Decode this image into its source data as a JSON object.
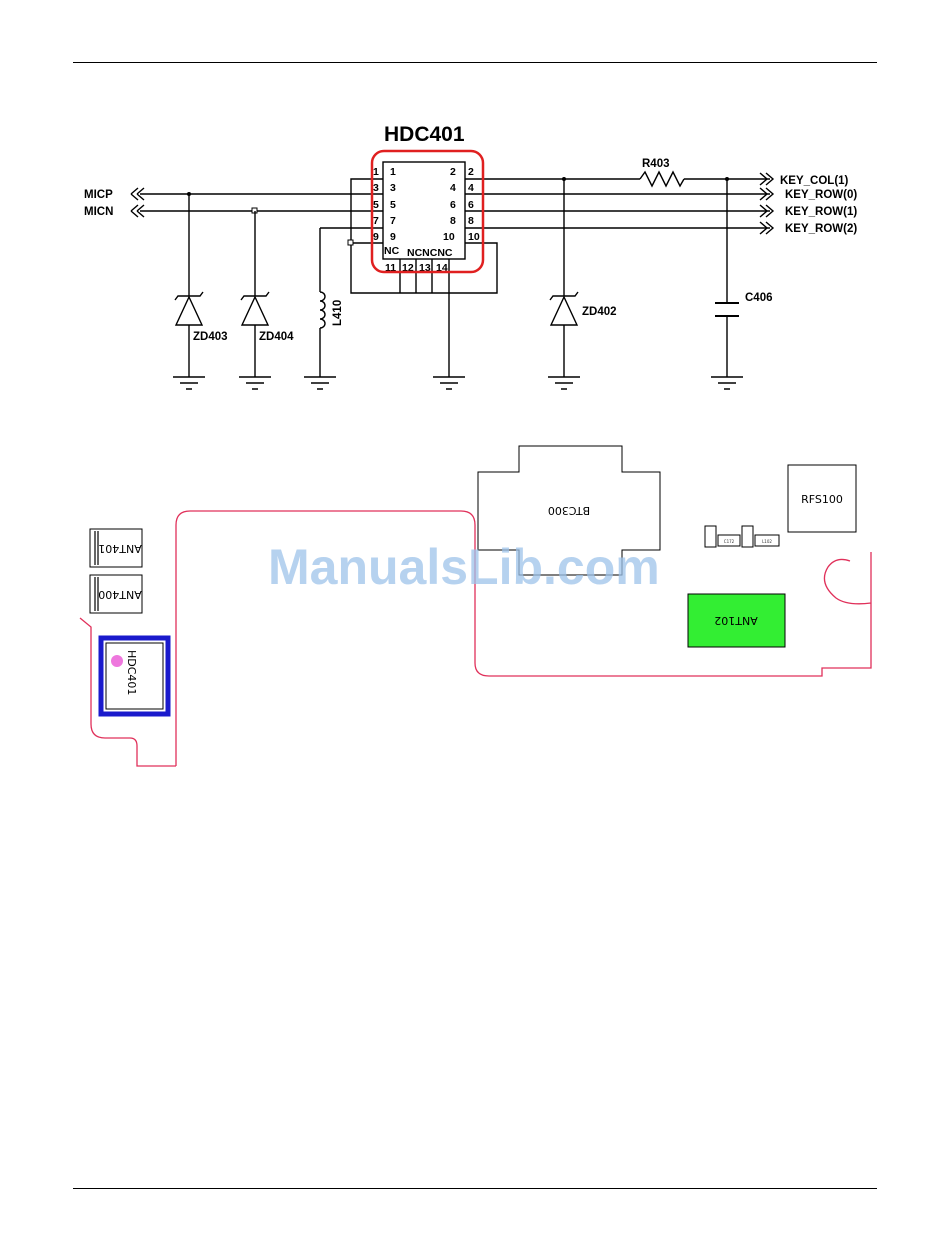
{
  "schematic": {
    "title": "HDC401",
    "left_signals": [
      "MICP",
      "MICN"
    ],
    "right_signals": [
      "KEY_COL(1)",
      "KEY_ROW(0)",
      "KEY_ROW(1)",
      "KEY_ROW(2)"
    ],
    "components": {
      "r403": "R403",
      "c406": "C406",
      "zd402": "ZD402",
      "zd403": "ZD403",
      "zd404": "ZD404",
      "l410": "L410"
    },
    "pins": {
      "outer_left": [
        "1",
        "3",
        "5",
        "7",
        "9"
      ],
      "inner_left": [
        "1",
        "3",
        "5",
        "7",
        "9"
      ],
      "outer_right": [
        "2",
        "4",
        "6",
        "8",
        "10"
      ],
      "inner_right": [
        "2",
        "4",
        "6",
        "8",
        "10"
      ],
      "bottom": [
        "11",
        "12",
        "13",
        "14"
      ],
      "nc_left": "NC",
      "nc_bottom": "NCNCNC"
    },
    "highlight_color": "#e02020"
  },
  "pcb": {
    "parts": {
      "btc300": "BTC300",
      "rfs100": "RFS100",
      "ant401": "ANT401",
      "ant400": "ANT400",
      "ant102": "ANT102",
      "hdc401": "HDC401"
    },
    "small_parts": [
      "C172",
      "L102"
    ],
    "colors": {
      "outline": "#e0305a",
      "ant102_fill": "#33ee33",
      "hdc401_frame": "#1a1acc",
      "pin1_marker": "#ee77dd"
    }
  },
  "watermark": "ManualsLib.com"
}
